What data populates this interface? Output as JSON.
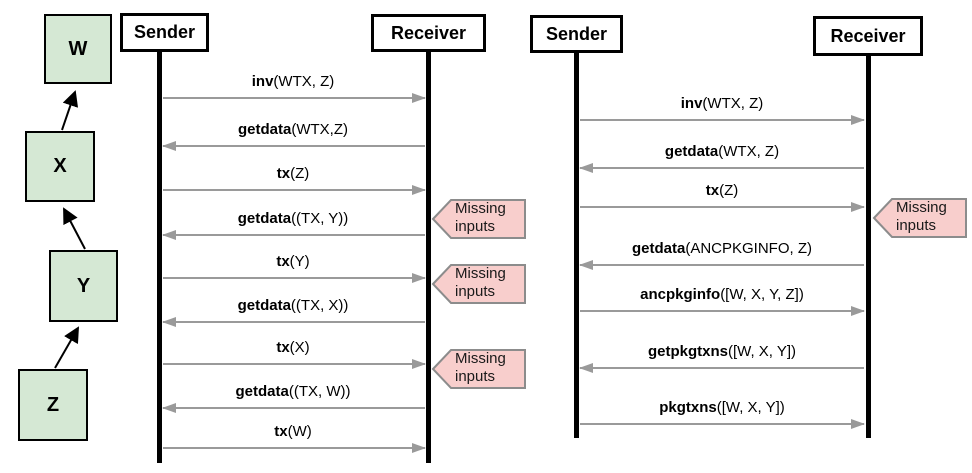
{
  "colors": {
    "node_fill": "#d5e8d4",
    "node_border": "#000000",
    "annotation_fill": "#f8cecc",
    "annotation_border": "#8c8c8c",
    "message_arrow": "#9a9a9a",
    "lifeline": "#000000"
  },
  "dag": {
    "nodes": [
      {
        "label": "W"
      },
      {
        "label": "X"
      },
      {
        "label": "Y"
      },
      {
        "label": "Z"
      }
    ]
  },
  "sequence_diagrams": [
    {
      "id": "per-transaction-relay",
      "sender_label": "Sender",
      "receiver_label": "Receiver",
      "messages": [
        {
          "name": "inv",
          "args": "(WTX, Z)",
          "direction": "right"
        },
        {
          "name": "getdata",
          "args": "(WTX,Z)",
          "direction": "left"
        },
        {
          "name": "tx",
          "args": "(Z)",
          "direction": "right"
        },
        {
          "name": "getdata",
          "args": "((TX, Y))",
          "direction": "left"
        },
        {
          "name": "tx",
          "args": "(Y)",
          "direction": "right"
        },
        {
          "name": "getdata",
          "args": "((TX, X))",
          "direction": "left"
        },
        {
          "name": "tx",
          "args": "(X)",
          "direction": "right"
        },
        {
          "name": "getdata",
          "args": "((TX, W))",
          "direction": "left"
        },
        {
          "name": "tx",
          "args": "(W)",
          "direction": "right"
        }
      ],
      "annotations": [
        {
          "line1": "Missing",
          "line2": "inputs"
        },
        {
          "line1": "Missing",
          "line2": "inputs"
        },
        {
          "line1": "Missing",
          "line2": "inputs"
        }
      ]
    },
    {
      "id": "package-relay",
      "sender_label": "Sender",
      "receiver_label": "Receiver",
      "messages": [
        {
          "name": "inv",
          "args": "(WTX, Z)",
          "direction": "right"
        },
        {
          "name": "getdata",
          "args": "(WTX, Z)",
          "direction": "left"
        },
        {
          "name": "tx",
          "args": "(Z)",
          "direction": "right"
        },
        {
          "name": "getdata",
          "args": "(ANCPKGINFO, Z)",
          "direction": "left"
        },
        {
          "name": "ancpkginfo",
          "args": "([W, X, Y, Z])",
          "direction": "right"
        },
        {
          "name": "getpkgtxns",
          "args": "([W, X, Y])",
          "direction": "left"
        },
        {
          "name": "pkgtxns",
          "args": "([W, X, Y])",
          "direction": "right"
        }
      ],
      "annotations": [
        {
          "line1": "Missing",
          "line2": "inputs"
        }
      ]
    }
  ]
}
